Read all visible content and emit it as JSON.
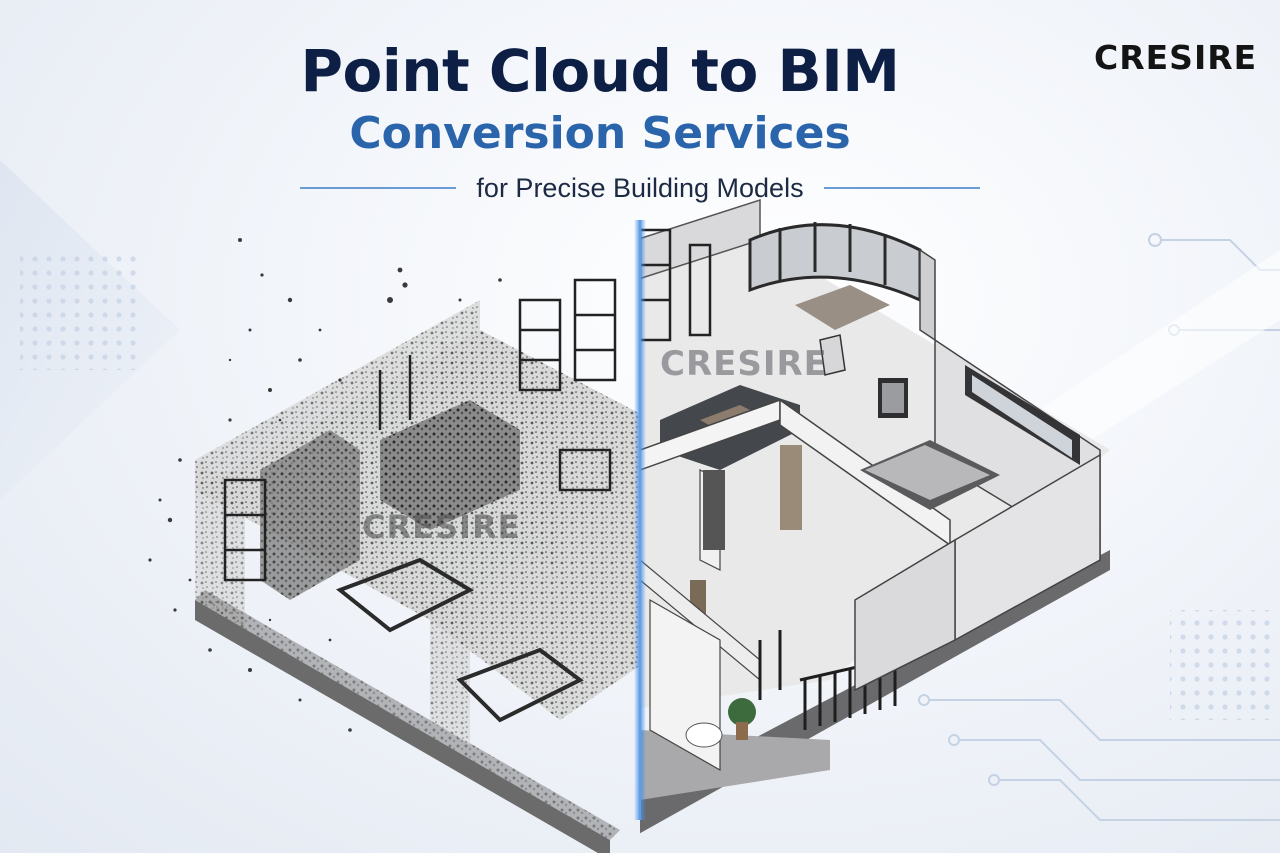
{
  "headline": {
    "line1": "Point Cloud to BIM",
    "line2": "Conversion Services",
    "subtitle": "for Precise Building Models"
  },
  "brand": {
    "logo_text": "CRESIRE",
    "watermark_text": "CRESIRE"
  },
  "colors": {
    "title_dark": "#0d1f45",
    "title_blue": "#2a64aa",
    "accent_line": "#6a9bd4",
    "scan_line": "#4a8fe0"
  },
  "icons": {
    "split_line": "scan-split-line"
  }
}
